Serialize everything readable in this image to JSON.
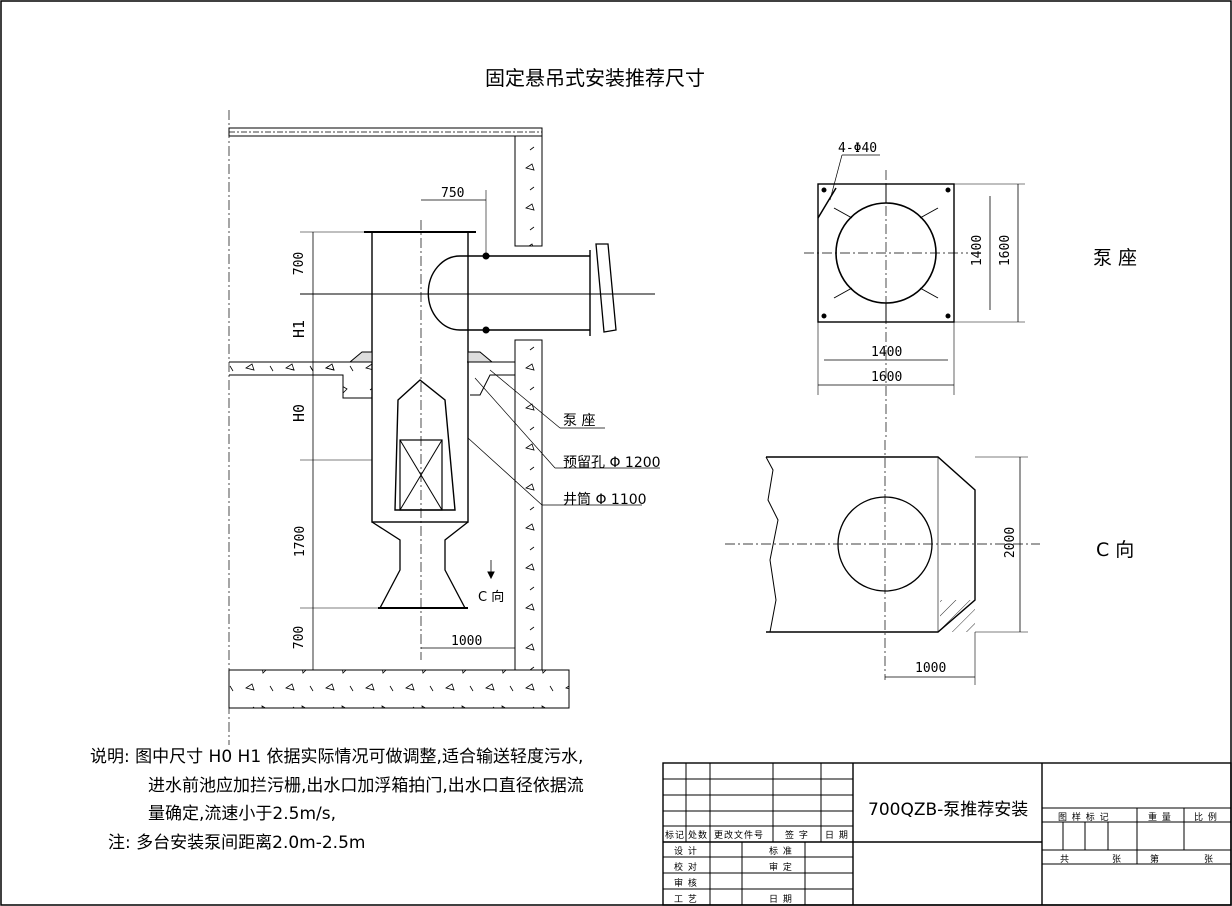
{
  "drawing": {
    "title": "固定悬吊式安装推荐尺寸",
    "dimensions": {
      "d750": "750",
      "d700_top": "700",
      "d700_bot": "700",
      "d1700": "1700",
      "d1000": "1000",
      "h1": "H1",
      "h0": "H0",
      "d1400_v": "1400",
      "d1600_v": "1600",
      "d1400_h": "1400",
      "d1600_h": "1600",
      "d2000": "2000",
      "d1000_c": "1000",
      "bolts": "4-Φ40"
    },
    "labels": {
      "pump_seat": "泵 座",
      "reserved_hole": "预留孔 Φ 1200",
      "shaft": "井筒 Φ 1100",
      "c_dir": "C 向",
      "pump_seat_view": "泵 座",
      "c_view": "C 向"
    },
    "notes": {
      "line1": "说明: 图中尺寸 H0 H1 依据实际情况可做调整,适合输送轻度污水,",
      "line2": "进水前池应加拦污栅,出水口加浮箱拍门,出水口直径依据流",
      "line3": "量确定,流速小于2.5m/s,",
      "line4": "注: 多台安装泵间距离2.0m-2.5m"
    }
  },
  "title_block": {
    "drawing_name": "700QZB-泵推荐安装",
    "rev_headers": [
      "标记",
      "处数",
      "更改文件号",
      "签 字",
      "日 期"
    ],
    "roles_left": [
      "设 计",
      "校 对",
      "审 核",
      "工 艺"
    ],
    "roles_right": [
      "标 准",
      "审 定",
      "",
      "日 期"
    ],
    "meta_headers": [
      "图 样 标 记",
      "重 量",
      "比 例"
    ],
    "sheet_total": "共",
    "sheet_unit": "张",
    "sheet_no": "第",
    "sheet_unit2": "张"
  }
}
